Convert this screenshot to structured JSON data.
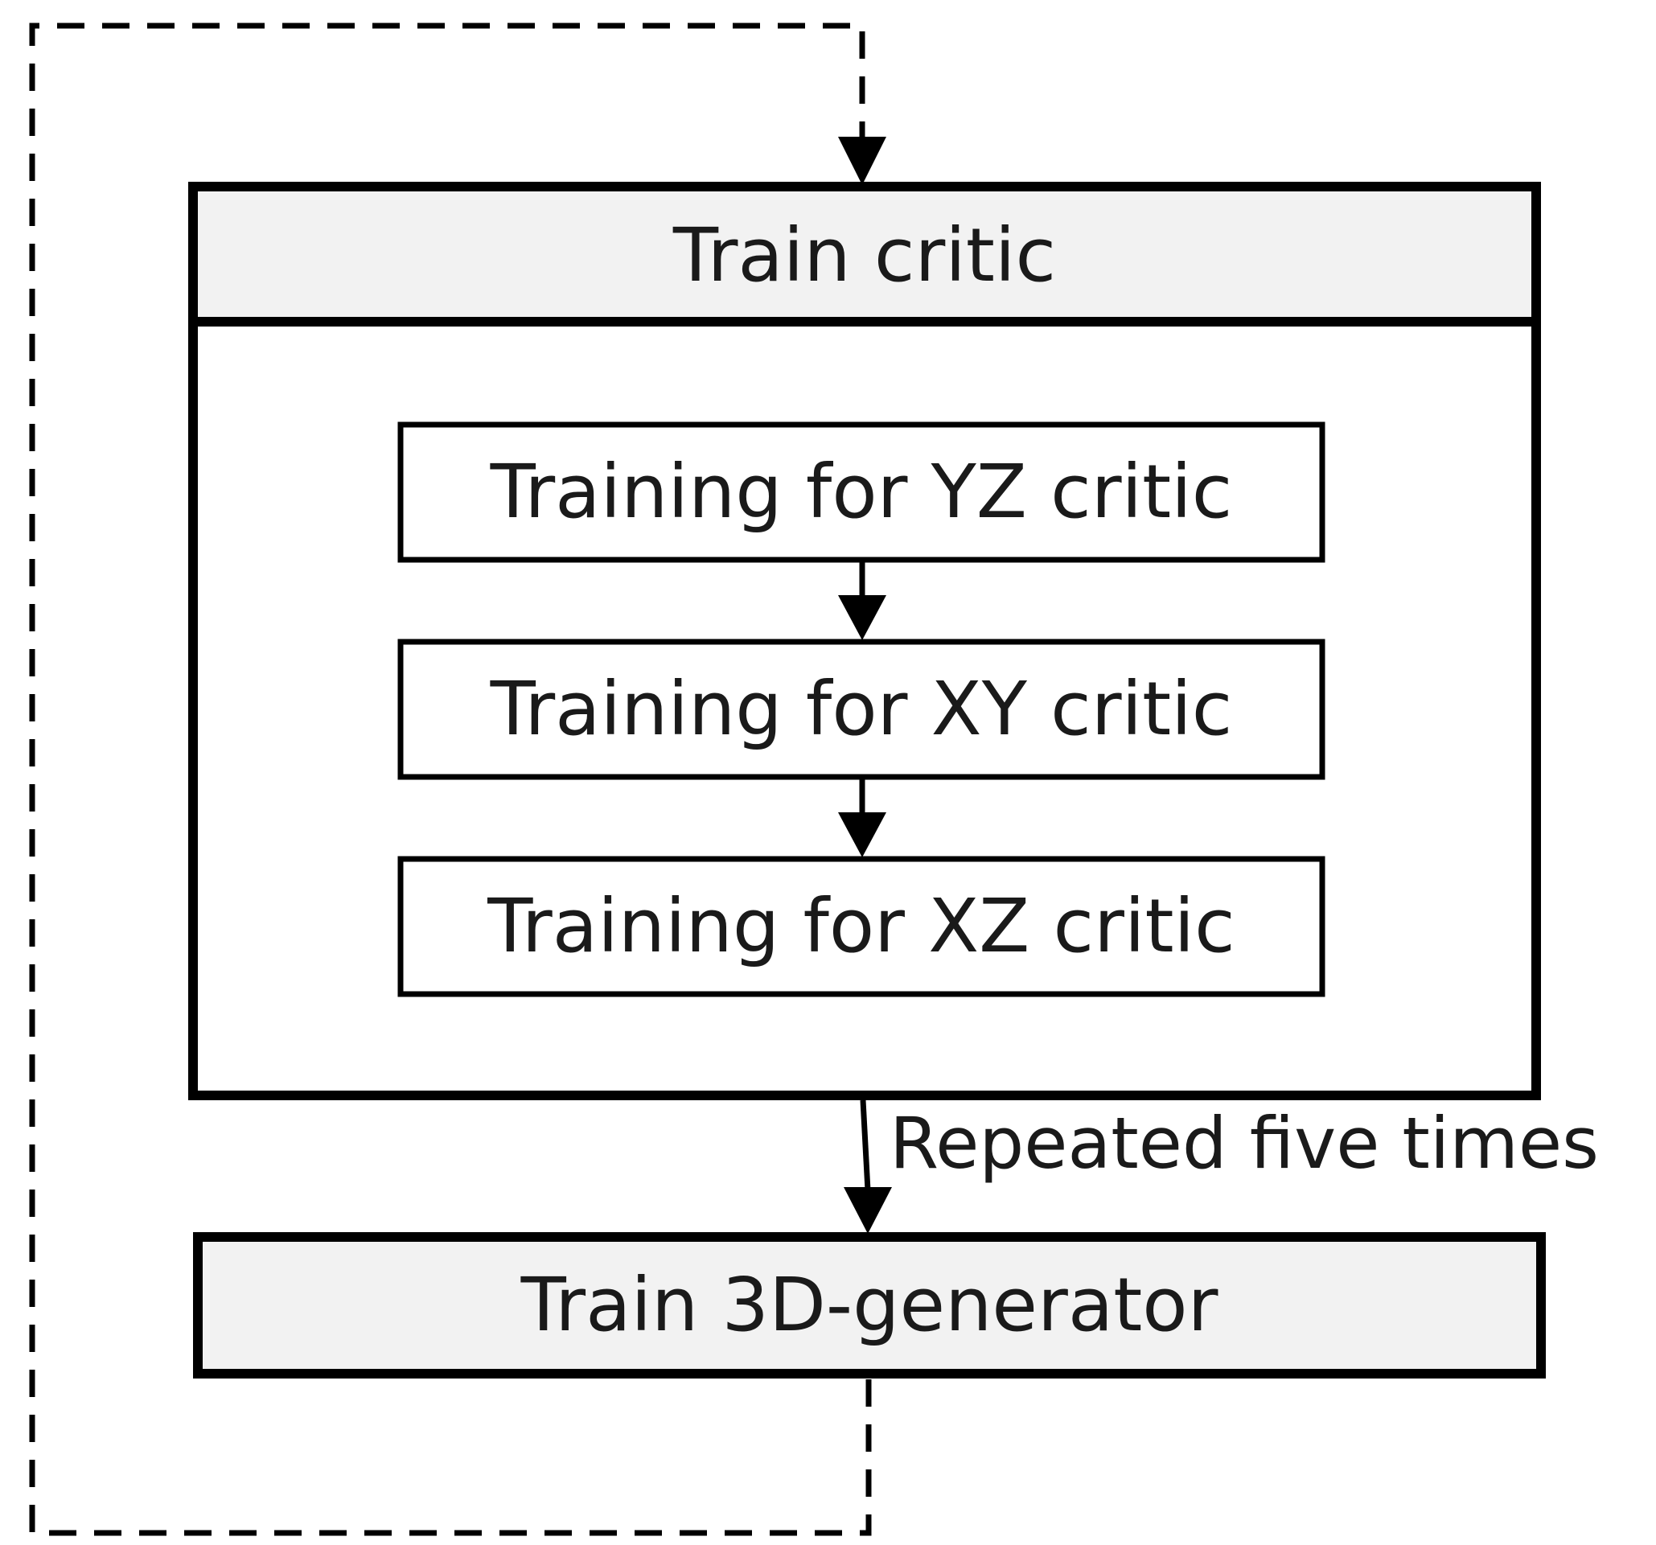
{
  "diagram": {
    "header": {
      "label": "Train critic"
    },
    "steps": [
      {
        "label": "Training for YZ critic"
      },
      {
        "label": "Training for XY critic"
      },
      {
        "label": "Training for XZ critic"
      }
    ],
    "repeat_label": "Repeated five times",
    "generator": {
      "label": "Train 3D-generator"
    }
  },
  "colors": {
    "stroke": "#000000",
    "header_fill": "#f2f2f2",
    "box_fill": "#ffffff",
    "text": "#1a1a1a"
  }
}
